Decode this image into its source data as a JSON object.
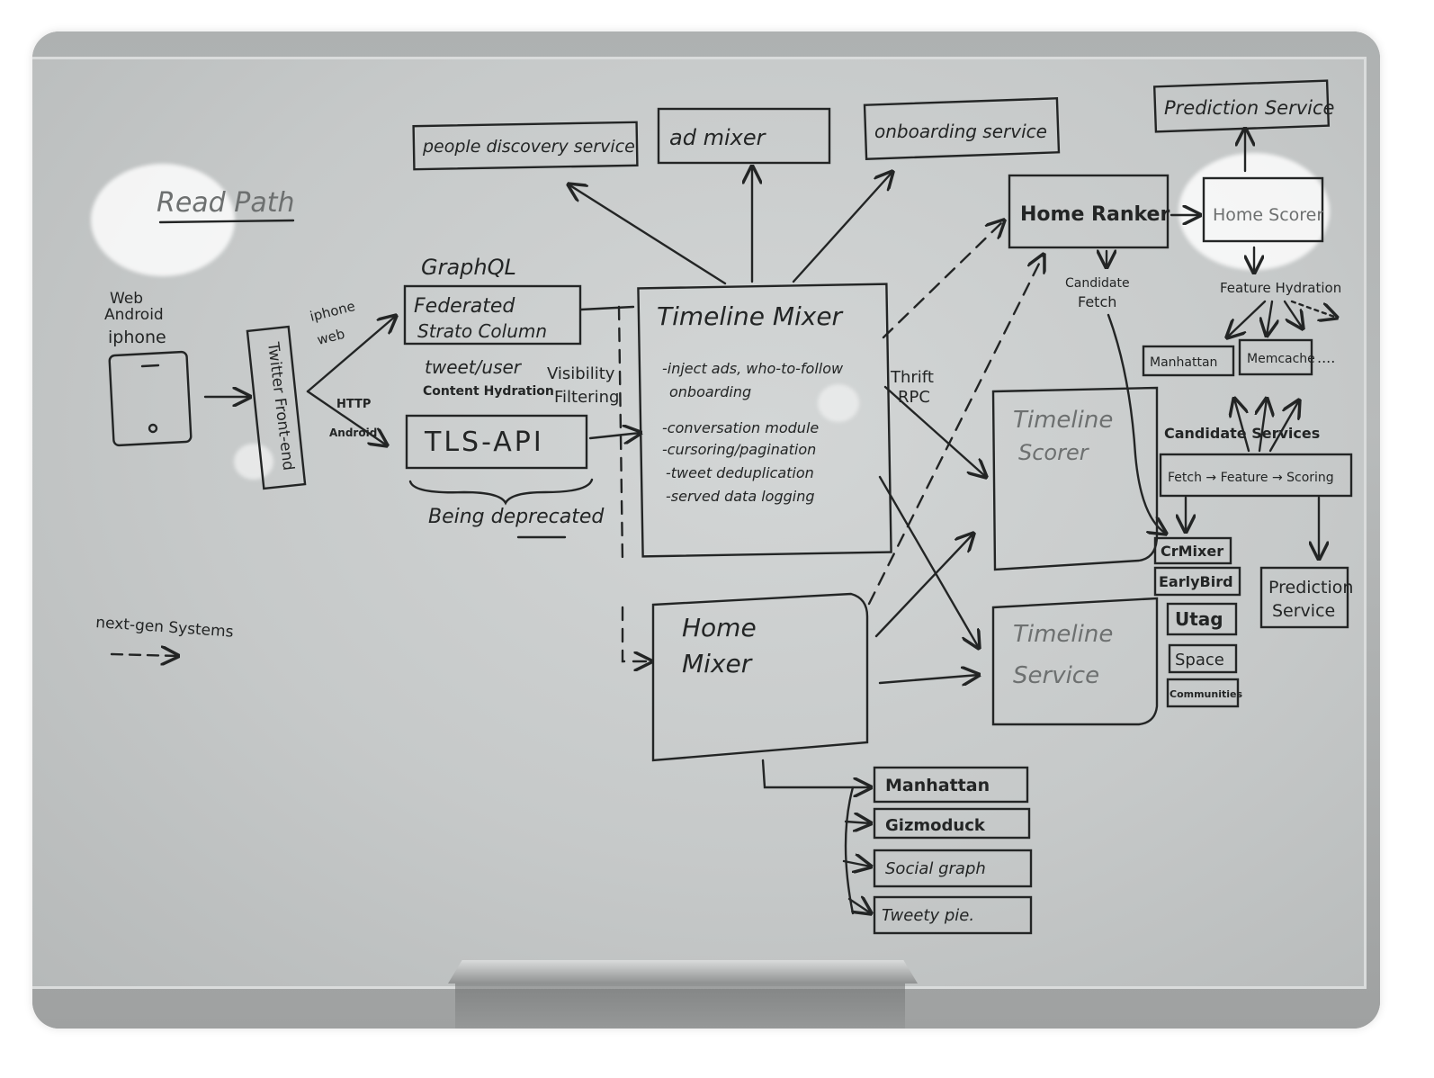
{
  "whiteboard": {
    "title": "Read Path",
    "clients": {
      "web": "Web",
      "android": "Android",
      "iphone": "iphone"
    },
    "twitter_frontend": "Twitter Front-end",
    "edge_labels": {
      "iphone_web": [
        "iphone",
        "web"
      ],
      "http": "HTTP",
      "android": "Android",
      "thrift_rpc": [
        "Thrift",
        "RPC"
      ]
    },
    "graphql": {
      "label": "GraphQL",
      "box": [
        "Federated",
        "Strato Column"
      ]
    },
    "hydration_notes": [
      "tweet/user",
      "Content Hydration",
      "Visibility",
      "Filtering"
    ],
    "tls_api": {
      "box": "TLS-API",
      "note": "Being deprecated"
    },
    "top_services": {
      "people_discovery": "people discovery service",
      "ad_mixer": "ad mixer",
      "onboarding": "onboarding service"
    },
    "timeline_mixer": {
      "title": "Timeline Mixer",
      "bullets": [
        "-inject ads, who-to-follow",
        "onboarding",
        "-conversation module",
        "-cursoring/pagination",
        "-tweet deduplication",
        "-served data logging"
      ]
    },
    "home_mixer": [
      "Home",
      "Mixer"
    ],
    "home_ranker": "Home Ranker",
    "home_scorer": "Home Scorer",
    "prediction_service_top": "Prediction Service",
    "candidate_fetch": [
      "Candidate",
      "Fetch"
    ],
    "feature_hydration": "Feature Hydration",
    "stores": [
      "Manhattan",
      "Memcache",
      "...."
    ],
    "candidate_services": {
      "label": "Candidate Services",
      "pipeline": "Fetch → Feature → Scoring",
      "list": [
        "CrMixer",
        "EarlyBird",
        "Utag",
        "Space",
        "Communities"
      ]
    },
    "prediction_service_bottom": [
      "Prediction",
      "Service"
    ],
    "timeline_scorer": [
      "Timeline",
      "Scorer"
    ],
    "timeline_service": [
      "Timeline",
      "Service"
    ],
    "home_mixer_deps": [
      "Manhattan",
      "Gizmoduck",
      "Social graph",
      "Tweety pie."
    ],
    "legend": {
      "label": "next-gen Systems",
      "arrow": "--->"
    }
  },
  "colors": {
    "board": "#cfd2d2",
    "ink": "#232525",
    "wall": "#a9acac"
  }
}
